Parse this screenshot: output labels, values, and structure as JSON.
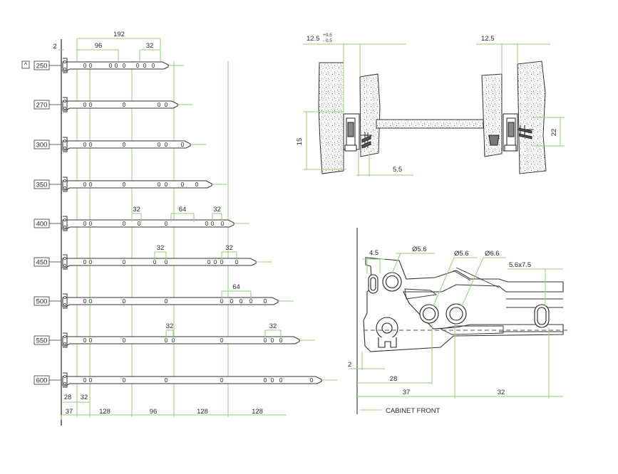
{
  "colors": {
    "ink": "#333333",
    "guide": "#8fd07a",
    "hatch": "#9a9a9a"
  },
  "left_panel": {
    "top_dims": {
      "d192": "192",
      "d96": "96",
      "d32": "32",
      "d2": "2"
    },
    "collapse_glyph": "^",
    "rails": [
      {
        "label": "250",
        "len": 150,
        "holes": [
          37,
          45,
          73,
          81,
          92,
          111,
          121,
          133
        ]
      },
      {
        "label": "270",
        "len": 163,
        "holes": [
          37,
          45,
          92,
          141,
          151
        ]
      },
      {
        "label": "300",
        "len": 181,
        "holes": [
          37,
          45,
          92,
          141,
          151,
          174
        ]
      },
      {
        "label": "350",
        "len": 211,
        "holes": [
          37,
          45,
          92,
          141,
          151,
          174,
          194
        ]
      },
      {
        "label": "400",
        "len": 242,
        "holes": [
          37,
          45,
          92,
          113,
          151,
          208,
          216,
          230
        ]
      },
      {
        "label": "450",
        "len": 273,
        "holes": [
          37,
          45,
          92,
          135,
          151,
          211,
          220,
          229,
          250
        ]
      },
      {
        "label": "500",
        "len": 304,
        "holes": [
          37,
          45,
          92,
          151,
          229,
          243,
          256,
          270,
          290
        ]
      },
      {
        "label": "550",
        "len": 334,
        "holes": [
          37,
          45,
          92,
          151,
          161,
          229,
          290,
          300,
          312
        ]
      },
      {
        "label": "600",
        "len": 365,
        "holes": [
          37,
          45,
          92,
          151,
          229,
          290,
          300,
          312,
          355
        ]
      }
    ],
    "inline_dims": [
      {
        "row": 4,
        "text": "32",
        "a": 103,
        "b": 116
      },
      {
        "row": 4,
        "text": "64",
        "a": 158,
        "b": 190
      },
      {
        "row": 4,
        "text": "32",
        "a": 216,
        "b": 229
      },
      {
        "row": 5,
        "text": "32",
        "a": 135,
        "b": 151
      },
      {
        "row": 5,
        "text": "32",
        "a": 229,
        "b": 250
      },
      {
        "row": 6,
        "text": "64",
        "a": 229,
        "b": 270
      },
      {
        "row": 7,
        "text": "32",
        "a": 151,
        "b": 161
      },
      {
        "row": 7,
        "text": "32",
        "a": 290,
        "b": 312
      }
    ],
    "bottom_dims": {
      "d28": "28",
      "d32": "32",
      "d37": "37",
      "d128a": "128",
      "d96": "96",
      "d128b": "128",
      "d128c": "128"
    }
  },
  "section_view": {
    "dim_12_5_left": "12.5",
    "tol_plus": "+0.5",
    "tol_minus": "- 0.5",
    "dim_12_5_right": "12.5",
    "dim_15": "15",
    "dim_22": "22",
    "dim_5_5": "5.5"
  },
  "detail_view": {
    "d4_5": "4.5",
    "phi_5_6_a": "Ø5.6",
    "phi_5_6_b": "Ø5.6",
    "phi_6_6": "Ø6.6",
    "slot": "5.6x7.5",
    "d2": "2",
    "d28": "28",
    "d37": "37",
    "d32": "32",
    "cabinet_front": "CABINET FRONT"
  }
}
